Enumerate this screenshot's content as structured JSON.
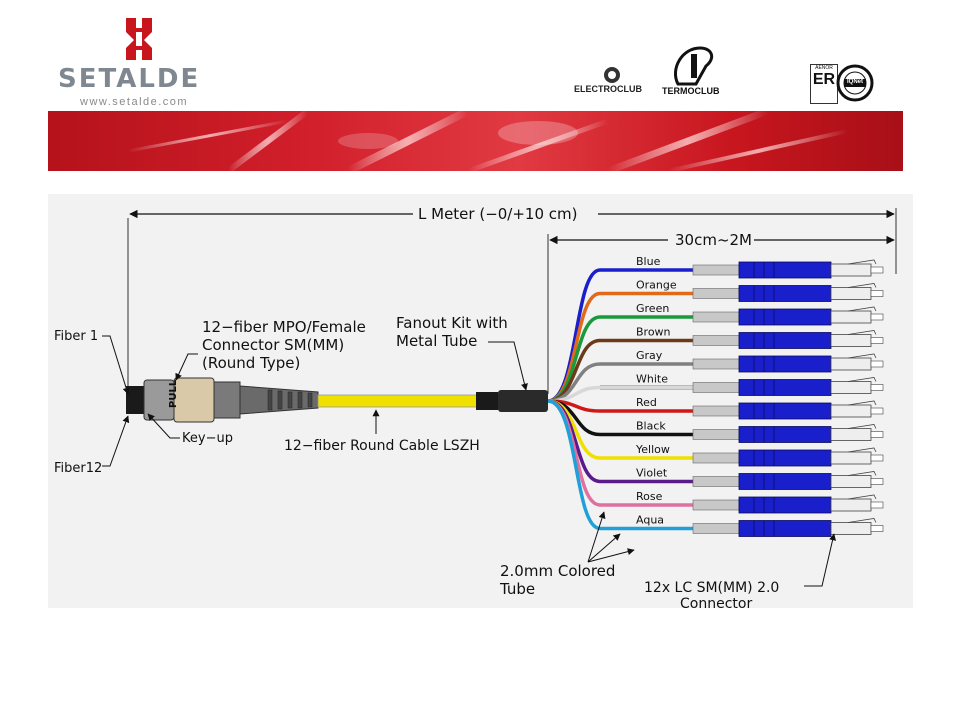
{
  "header": {
    "brand_name": "SETALDE",
    "brand_url": "www.setalde.com",
    "partner_logos": [
      {
        "name": "ELECTROCLUB"
      },
      {
        "name": "TERMOCLUB"
      },
      {
        "name": "AENOR"
      },
      {
        "name": "IQNet"
      }
    ]
  },
  "diagram": {
    "length_label": "L  Meter (−0/+10 cm)",
    "fanout_length_label": "30cm~2M",
    "fiber1_label": "Fiber 1",
    "fiber12_label": "Fiber12",
    "keyup_label": "Key−up",
    "pull_label": "PULL",
    "connector_label_lines": [
      "12−fiber MPO/Female",
      "Connector SM(MM)",
      "(Round Type)"
    ],
    "cable_label": "12−fiber Round Cable LSZH",
    "fanout_label_lines": [
      "Fanout Kit with",
      "Metal Tube"
    ],
    "tube_label_lines": [
      "2.0mm Colored",
      "Tube"
    ],
    "lc_label_lines": [
      "12x LC SM(MM) 2.0",
      "Connector"
    ],
    "fibers": [
      {
        "name": "Blue",
        "color": "#1a1fcc"
      },
      {
        "name": "Orange",
        "color": "#e06a1a"
      },
      {
        "name": "Green",
        "color": "#1a9a3a"
      },
      {
        "name": "Brown",
        "color": "#6b3a1a"
      },
      {
        "name": "Gray",
        "color": "#808080"
      },
      {
        "name": "White",
        "color": "#d8d8d8"
      },
      {
        "name": "Red",
        "color": "#d01818"
      },
      {
        "name": "Black",
        "color": "#111111"
      },
      {
        "name": "Yellow",
        "color": "#f0e000"
      },
      {
        "name": "Violet",
        "color": "#5a1a8a"
      },
      {
        "name": "Rose",
        "color": "#e070a0"
      },
      {
        "name": "Aqua",
        "color": "#20a0d8"
      }
    ]
  }
}
